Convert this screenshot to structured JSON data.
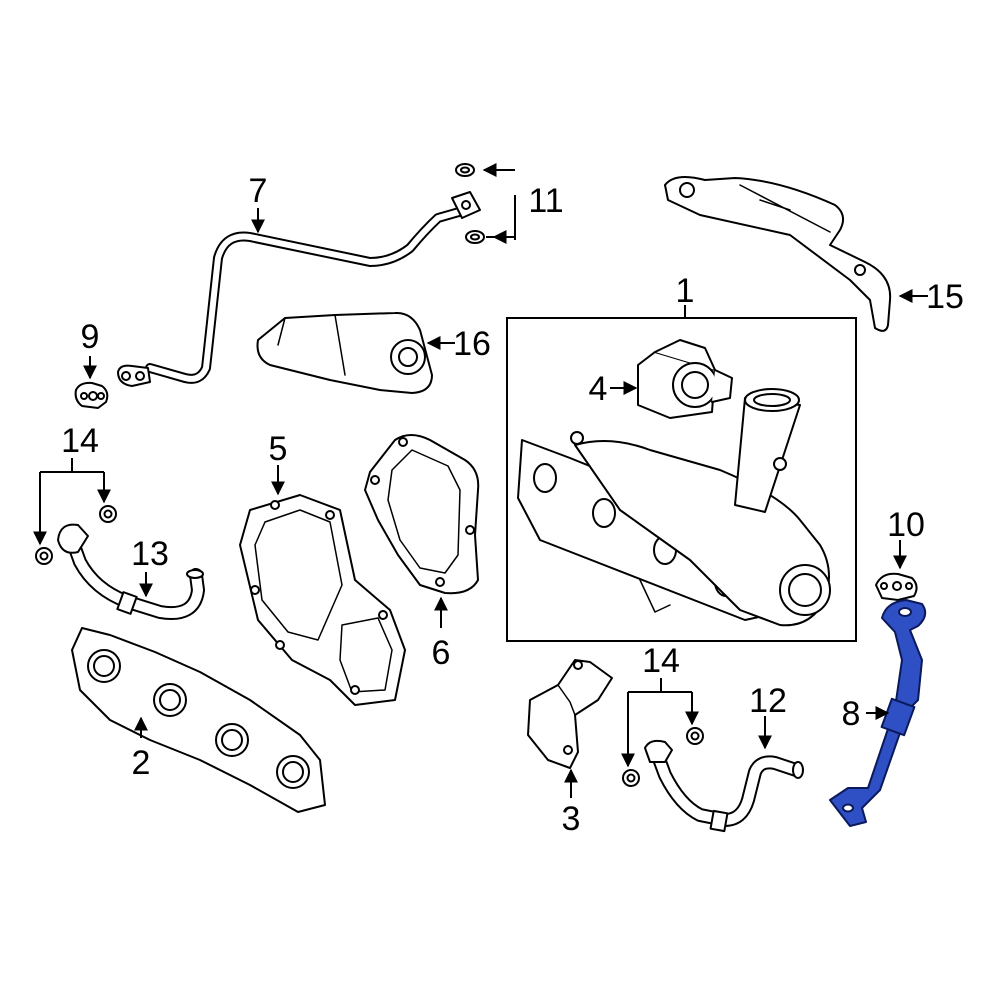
{
  "callouts": {
    "c1": "1",
    "c2": "2",
    "c3": "3",
    "c4": "4",
    "c5": "5",
    "c6": "6",
    "c7": "7",
    "c8": "8",
    "c9": "9",
    "c10": "10",
    "c11": "11",
    "c12": "12",
    "c13": "13",
    "c14a": "14",
    "c14b": "14",
    "c15": "15",
    "c16": "16"
  },
  "colors": {
    "line": "#000000",
    "background": "#ffffff",
    "highlight": "#2f4fc4",
    "highlight_outline": "#0a1a5a"
  },
  "highlighted_part": "8"
}
